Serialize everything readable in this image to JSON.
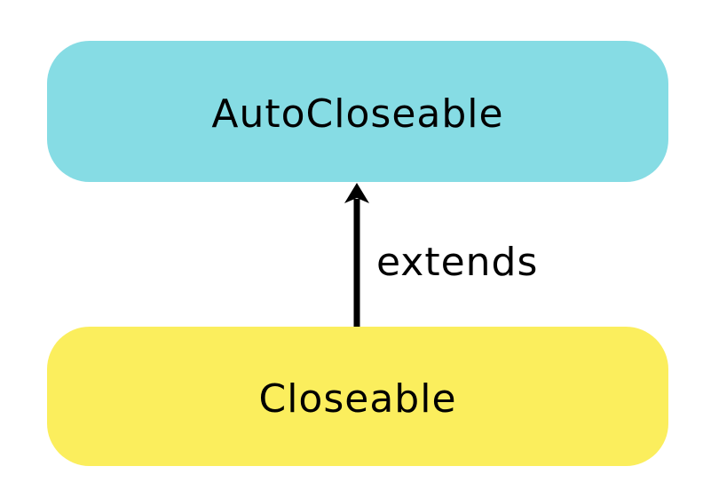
{
  "diagram": {
    "type": "inheritance-diagram",
    "background_color": "#ffffff",
    "nodes": [
      {
        "id": "autocloseable",
        "label": "AutoCloseable",
        "fill": "#86DCE4",
        "text_color": "#000000",
        "position": "top"
      },
      {
        "id": "closeable",
        "label": "Closeable",
        "fill": "#FBEE5D",
        "text_color": "#000000",
        "position": "bottom"
      }
    ],
    "edges": [
      {
        "from": "closeable",
        "to": "autocloseable",
        "label": "extends",
        "style": "solid",
        "arrowhead": "filled-triangle-up",
        "color": "#000000"
      }
    ]
  }
}
